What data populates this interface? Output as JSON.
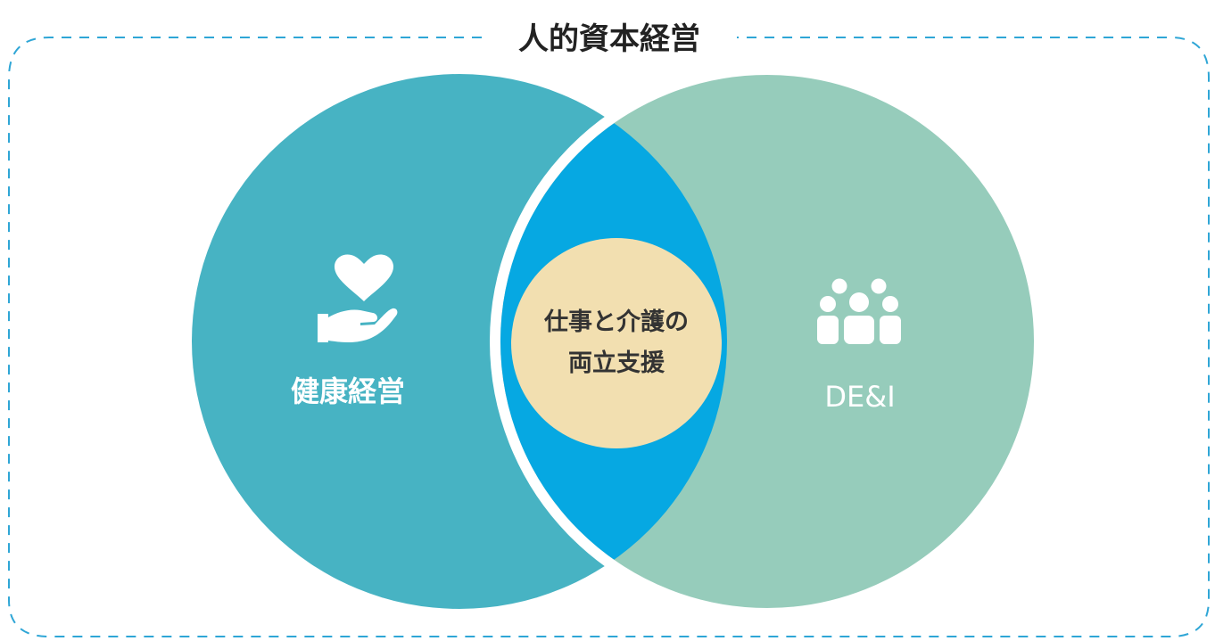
{
  "title": "人的資本経営",
  "left_circle": {
    "label": "健康経営",
    "icon": "heart-in-hand-icon",
    "color": "#47b3c3"
  },
  "right_circle": {
    "label": "DE&I",
    "icon": "people-group-icon",
    "color": "#96ccbb"
  },
  "overlap": {
    "line1": "仕事と介護の",
    "line2": "両立支援",
    "lens_color": "#06a8e2",
    "center_color": "#f2dfb0"
  },
  "colors": {
    "frame_dash": "#2fa6d6",
    "title_text": "#222222",
    "center_text": "#333333"
  }
}
